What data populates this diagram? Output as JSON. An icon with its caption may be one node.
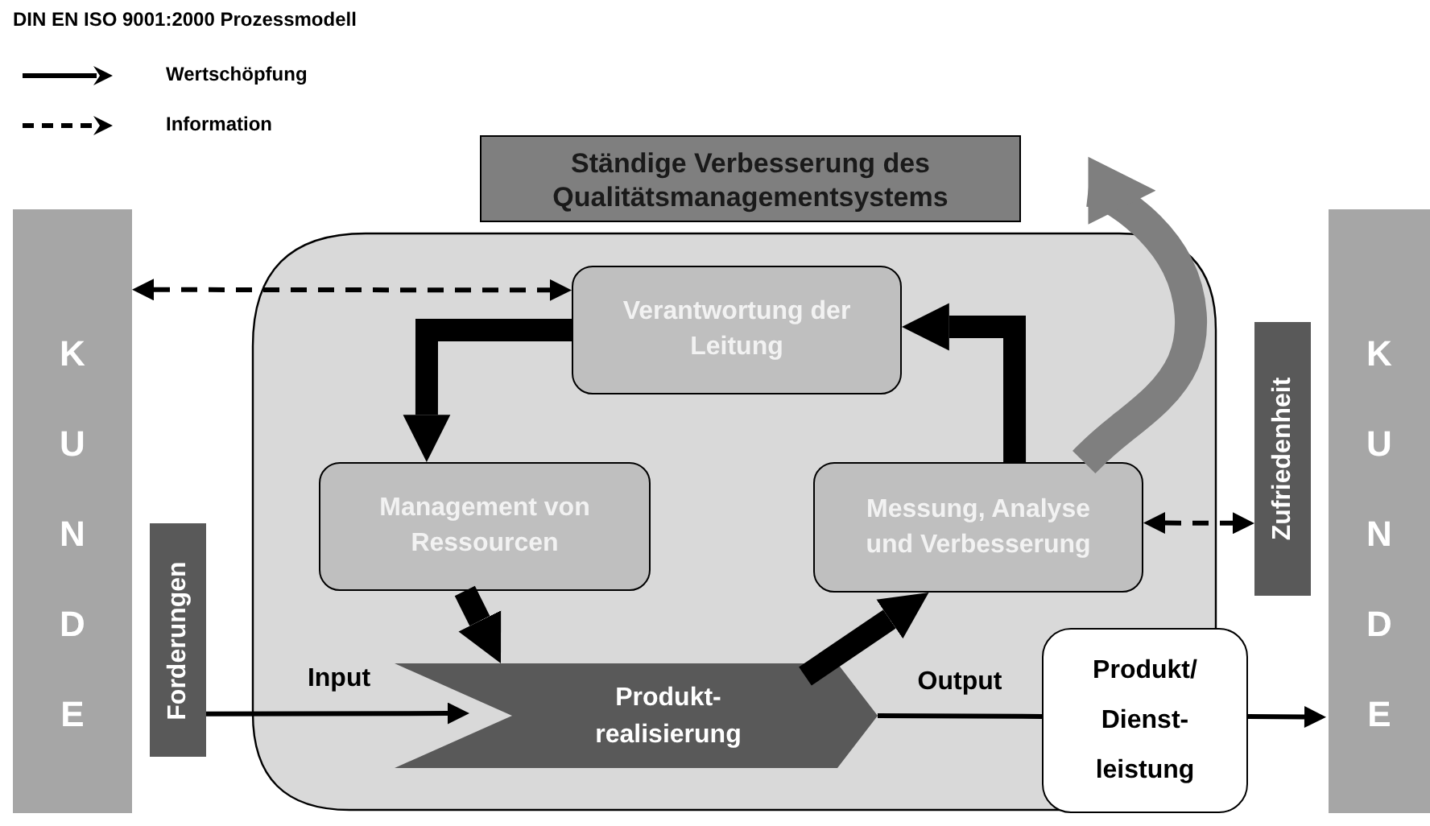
{
  "diagram": {
    "title": "DIN EN ISO 9001:2000 Prozessmodell",
    "nodes": [
      {
        "text": [
          "KUNDE"
        ]
      },
      {
        "text": [
          "Forderungen"
        ]
      },
      {
        "text": [],
        "shape": "box"
      },
      {
        "text": [
          "Verantwortung der Leitung"
        ],
        "in": 2
      },
      {
        "text": [
          "Management von Ressourcen"
        ],
        "in": 2
      },
      {
        "text": [
          "Messung, Analyse und Verbesserung"
        ],
        "in": 2
      },
      {
        "text": [
          "Produkt- realisierung"
        ],
        "in": 2
      },
      {
        "text": [
          "Ständige Verbesserung des Qualitätsmanagementsystems"
        ]
      },
      {
        "text": [
          "Zufriedenheit"
        ]
      },
      {
        "text": [
          "Produkt/ Dienst- leistung"
        ]
      },
      {
        "text": [
          "KUNDE"
        ]
      }
    ],
    "edges": [
      {
        "from": 0,
        "to": 3,
        "arrow": "both",
        "style": "dashed"
      },
      {
        "from": 3,
        "to": 4,
        "arrow": "to",
        "style": "thick"
      },
      {
        "from": 5,
        "to": 3,
        "arrow": "to",
        "style": "thick"
      },
      {
        "from": 4,
        "to": 6,
        "arrow": "to",
        "style": "thick"
      },
      {
        "from": 6,
        "to": 5,
        "arrow": "to",
        "style": "thick"
      },
      {
        "from": 1,
        "to": 6,
        "arrow": "to",
        "label": "Input"
      },
      {
        "from": 6,
        "to": 9,
        "arrow": "none",
        "label": "Output"
      },
      {
        "from": 9,
        "to": 10,
        "arrow": "to"
      },
      {
        "from": 5,
        "to": 8,
        "arrow": "both",
        "style": "dashed"
      },
      {
        "from": 5,
        "to": 7,
        "arrow": "to",
        "style": "thick",
        "color": "#7f7f7f"
      }
    ],
    "legend": [
      {
        "text": "Wertschöpfung"
      },
      {
        "text": "Information"
      }
    ]
  }
}
